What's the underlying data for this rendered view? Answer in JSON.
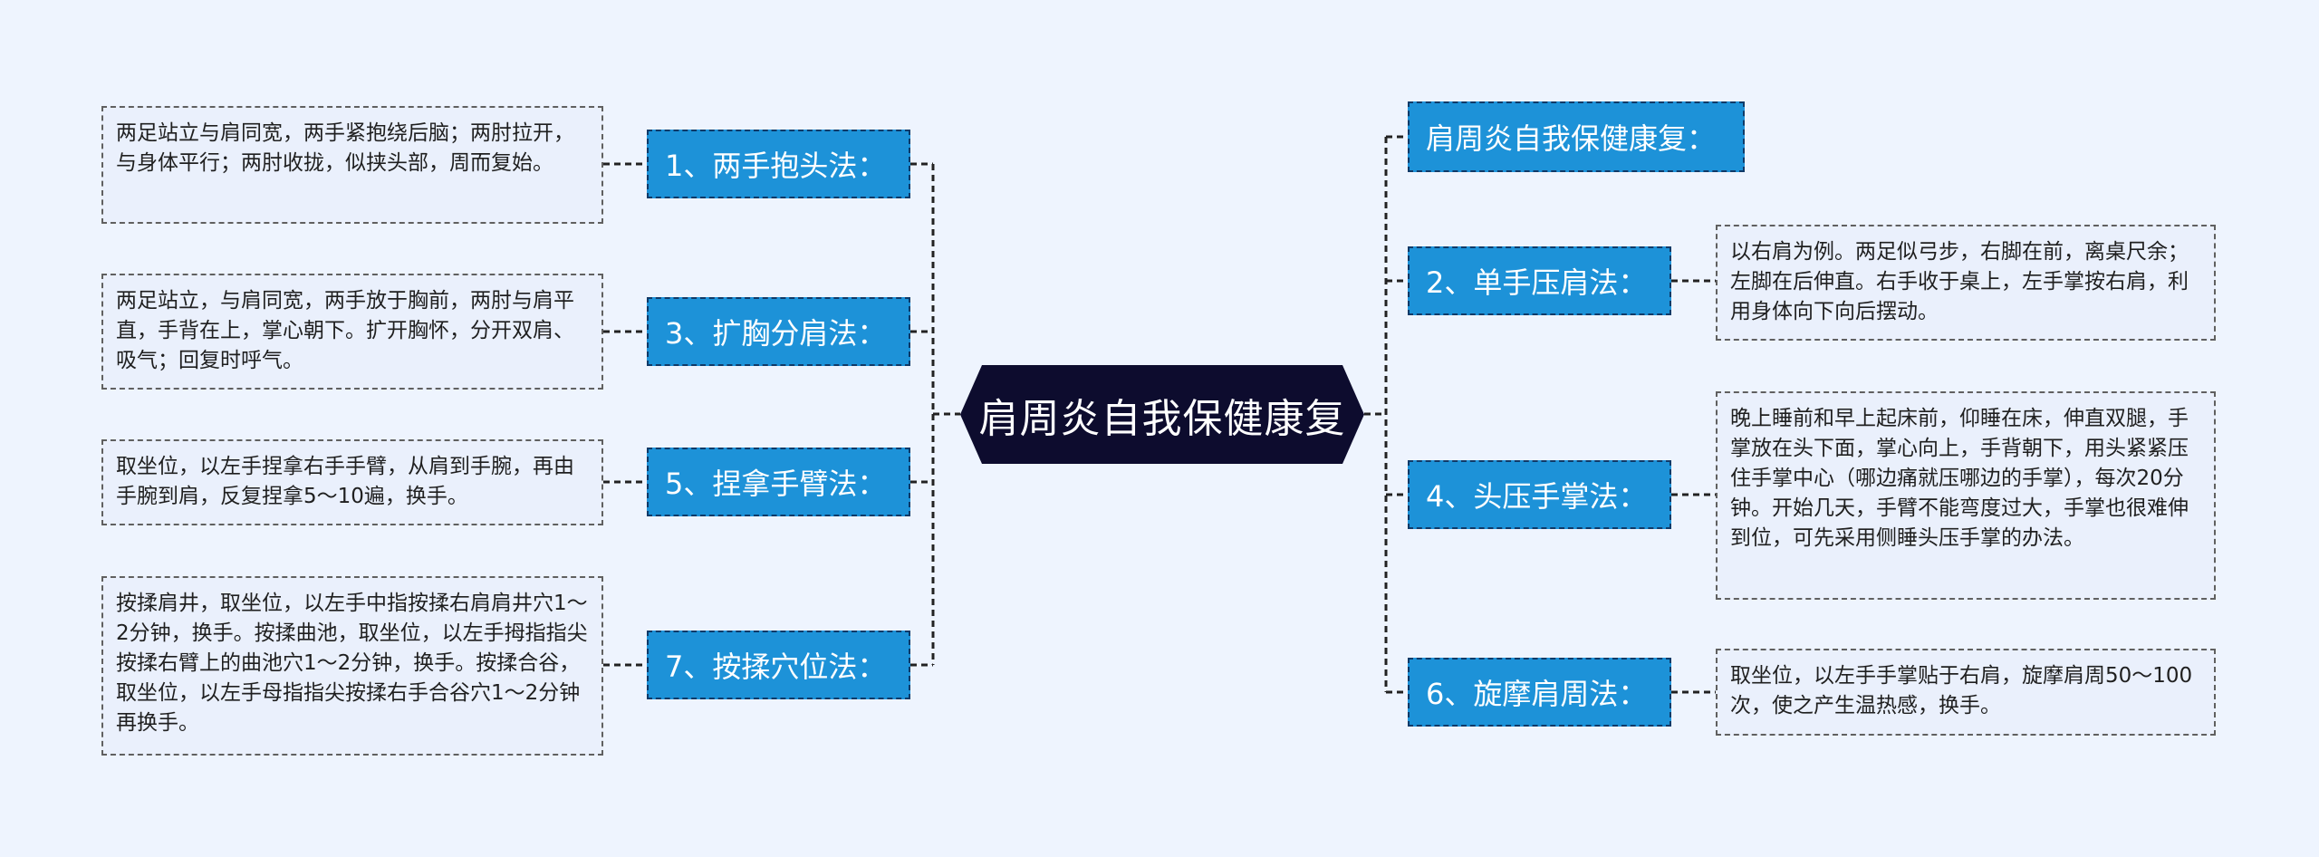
{
  "mindmap": {
    "central": {
      "label": "肩周炎自我保健康复"
    },
    "left_branches": [
      {
        "label": "1、两手抱头法：",
        "detail": "两足站立与肩同宽，两手紧抱绕后脑；两肘拉开，与身体平行；两肘收拢，似挟头部，周而复始。"
      },
      {
        "label": "3、扩胸分肩法：",
        "detail": "两足站立，与肩同宽，两手放于胸前，两肘与肩平直，手背在上，掌心朝下。扩开胸怀，分开双肩、吸气；回复时呼气。"
      },
      {
        "label": "5、捏拿手臂法：",
        "detail": "取坐位，以左手捏拿右手手臂，从肩到手腕，再由手腕到肩，反复捏拿5～10遍，换手。"
      },
      {
        "label": "7、按揉穴位法：",
        "detail": "按揉肩井，取坐位，以左手中指按揉右肩肩井穴1～2分钟，换手。按揉曲池，取坐位，以左手拇指指尖按揉右臂上的曲池穴1～2分钟，换手。按揉合谷，取坐位，以左手母指指尖按揉右手合谷穴1～2分钟再换手。"
      }
    ],
    "right_branches": [
      {
        "label": "肩周炎自我保健康复：",
        "detail": ""
      },
      {
        "label": "2、单手压肩法：",
        "detail": "以右肩为例。两足似弓步，右脚在前，离桌尺余；左脚在后伸直。右手收于桌上，左手掌按右肩，利用身体向下向后摆动。"
      },
      {
        "label": "4、头压手掌法：",
        "detail": "晚上睡前和早上起床前，仰睡在床，伸直双腿，手掌放在头下面，掌心向上，手背朝下，用头紧紧压住手掌中心（哪边痛就压哪边的手掌），每次20分钟。开始几天，手臂不能弯度过大，手掌也很难伸到位，可先采用侧睡头压手掌的办法。"
      },
      {
        "label": "6、旋摩肩周法：",
        "detail": "取坐位，以左手手掌贴于右肩，旋摩肩周50～100次，使之产生温热感，换手。"
      }
    ]
  },
  "colors": {
    "background": "#eef4fe",
    "central_fill": "#0d0c2e",
    "branch_fill": "#1d92d8",
    "leaf_fill": "#eaf0fc",
    "connector": "#222222"
  }
}
